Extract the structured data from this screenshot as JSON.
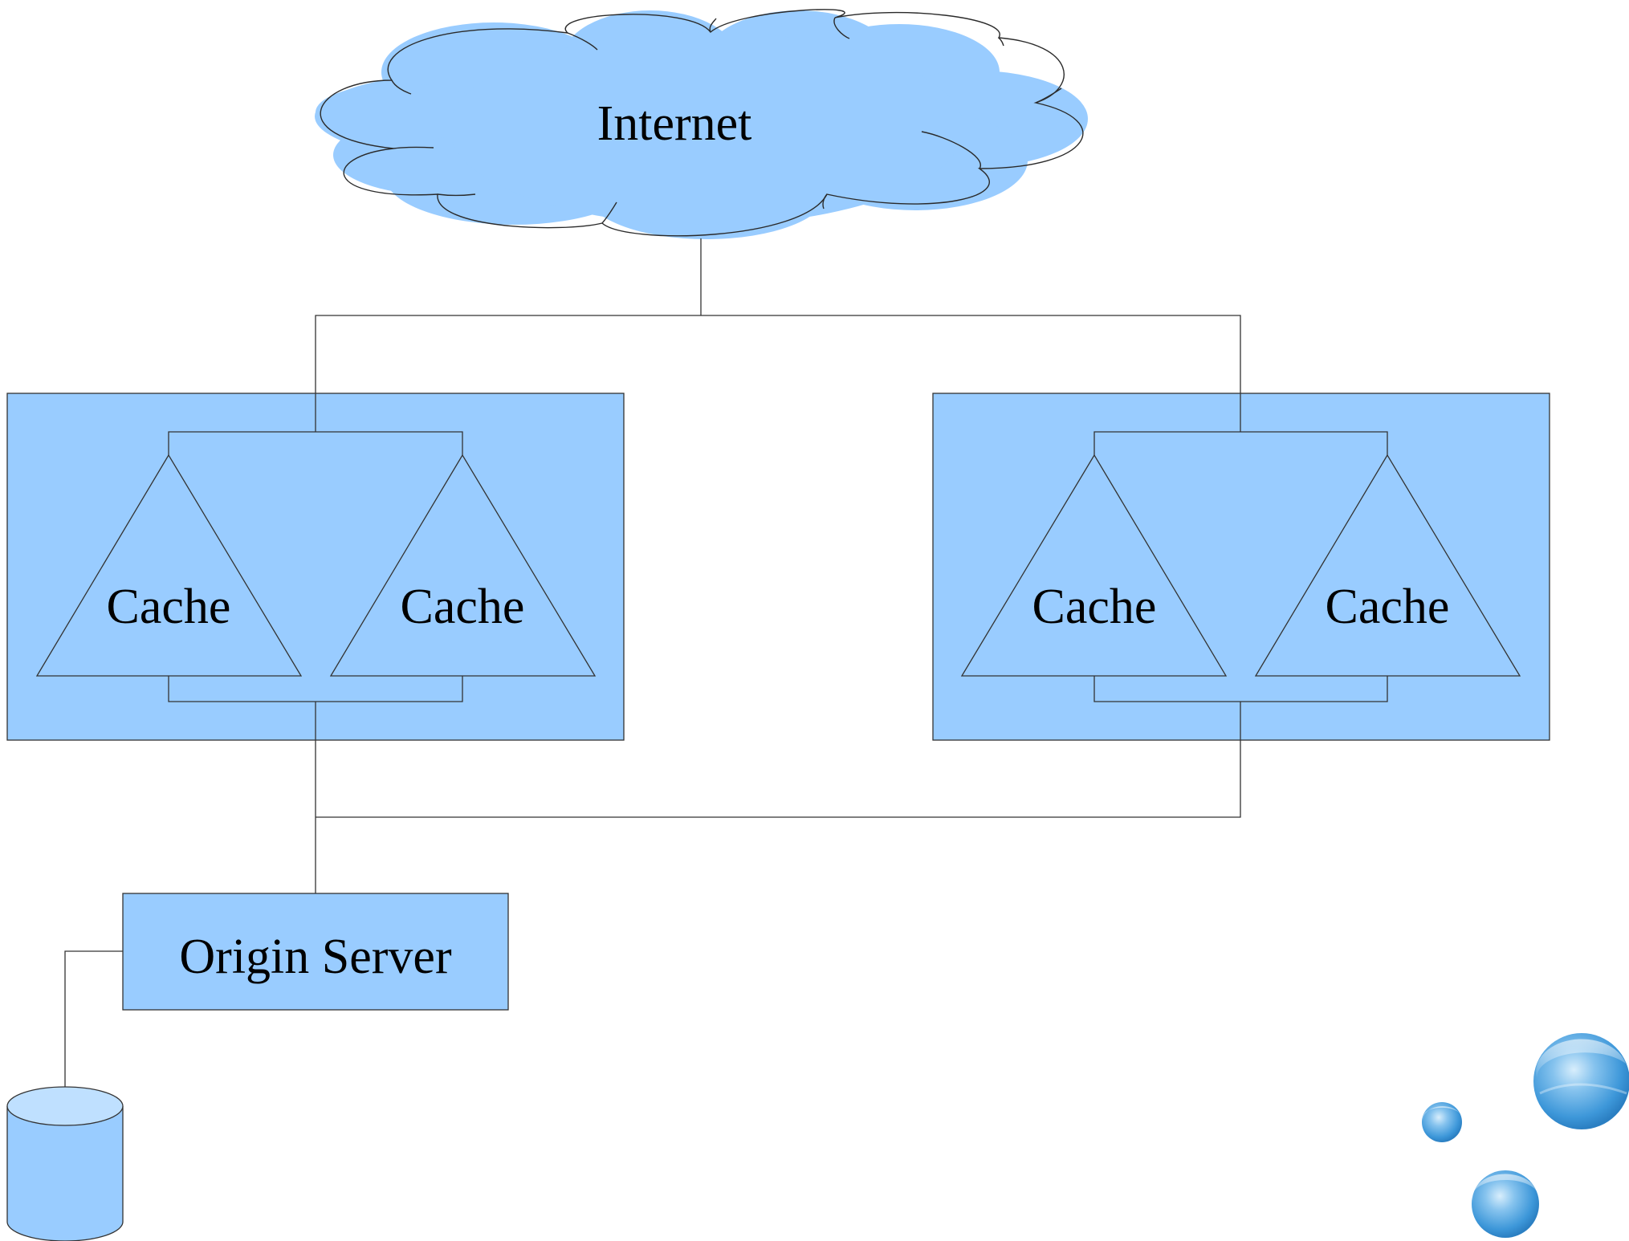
{
  "internet": {
    "label": "Internet"
  },
  "clusters": [
    {
      "caches": [
        {
          "label": "Cache"
        },
        {
          "label": "Cache"
        }
      ]
    },
    {
      "caches": [
        {
          "label": "Cache"
        },
        {
          "label": "Cache"
        }
      ]
    }
  ],
  "origin_server": {
    "label": "Origin Server"
  },
  "database": {
    "icon": "database-cylinder-icon"
  },
  "colors": {
    "shape_fill": "#99ccff",
    "database_top": "#bfe0ff",
    "stroke": "#333333",
    "bubble": "#4ea6e0"
  }
}
